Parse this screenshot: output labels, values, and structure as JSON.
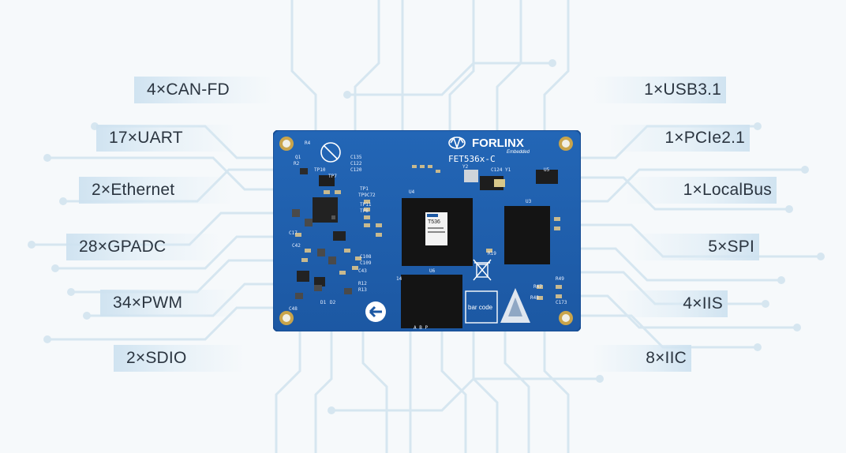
{
  "interfaces_left": [
    {
      "label": "4×CAN-FD"
    },
    {
      "label": "17×UART"
    },
    {
      "label": "2×Ethernet"
    },
    {
      "label": "28×GPADC"
    },
    {
      "label": "34×PWM"
    },
    {
      "label": "2×SDIO"
    }
  ],
  "interfaces_right": [
    {
      "label": "1×USB3.1"
    },
    {
      "label": "1×PCIe2.1"
    },
    {
      "label": "1×LocalBus"
    },
    {
      "label": "5×SPI"
    },
    {
      "label": "4×IIS"
    },
    {
      "label": "8×IIC"
    }
  ],
  "board": {
    "brand": "FORLINX",
    "brand_sub": "Embedded",
    "model": "FET536x-C",
    "soc_label": "T536",
    "barcode_label": "bar code"
  },
  "colors": {
    "pcb": "#1f5fae",
    "pcb_edge": "#174d94",
    "chip": "#141414",
    "trace_bg": "#d4e4ef"
  }
}
